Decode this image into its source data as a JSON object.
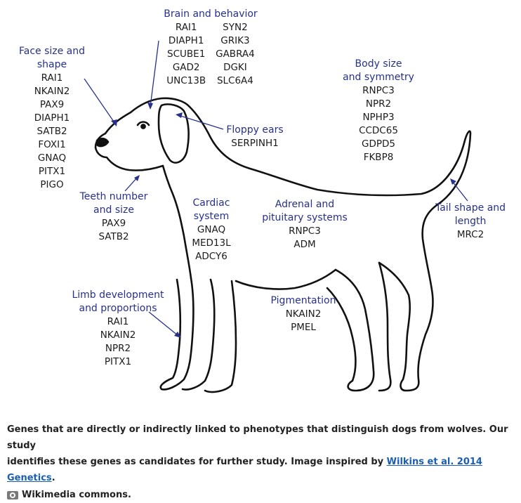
{
  "labels": {
    "brain": {
      "title": "Brain and behavior",
      "col1": [
        "RAI1",
        "DIAPH1",
        "SCUBE1",
        "GAD2",
        "UNC13B"
      ],
      "col2": [
        "SYN2",
        "GRIK3",
        "GABRA4",
        "DGKI",
        "SLC6A4"
      ]
    },
    "face": {
      "title1": "Face size and",
      "title2": "shape",
      "genes": [
        "RAI1",
        "NKAIN2",
        "PAX9",
        "DIAPH1",
        "SATB2",
        "FOXI1",
        "GNAQ",
        "PITX1",
        "PIGO"
      ]
    },
    "body": {
      "title1": "Body size",
      "title2": "and symmetry",
      "genes": [
        "RNPC3",
        "NPR2",
        "NPHP3",
        "CCDC65",
        "GDPD5",
        "FKBP8"
      ]
    },
    "ears": {
      "title": "Floppy ears",
      "genes": [
        "SERPINH1"
      ]
    },
    "teeth": {
      "title1": "Teeth number",
      "title2": "and size",
      "genes": [
        "PAX9",
        "SATB2"
      ]
    },
    "cardiac": {
      "title1": "Cardiac",
      "title2": "system",
      "genes": [
        "GNAQ",
        "MED13L",
        "ADCY6"
      ]
    },
    "adrenal": {
      "title1": "Adrenal and",
      "title2": "pituitary systems",
      "genes": [
        "RNPC3",
        "ADM"
      ]
    },
    "tail": {
      "title1": "Tail shape and",
      "title2": "length",
      "genes": [
        "MRC2"
      ]
    },
    "limb": {
      "title1": "Limb development",
      "title2": "and proportions",
      "genes": [
        "RAI1",
        "NKAIN2",
        "NPR2",
        "PITX1"
      ]
    },
    "pigment": {
      "title": "Pigmentation",
      "genes": [
        "NKAIN2",
        "PMEL"
      ]
    }
  },
  "caption": {
    "line1": "Genes that are directly or indirectly linked to phenotypes that distinguish dogs from wolves. Our study",
    "line2_before": "identifies these genes as candidates for further study. Image inspired by ",
    "link": "Wilkins et al. 2014 Genetics",
    "line2_after": ".",
    "credit": "Wikimedia commons."
  },
  "colors": {
    "title_blue": "#27318b",
    "arrow_blue": "#27318b",
    "link_blue": "#1a5fb4",
    "outline": "#111111"
  },
  "icons": {
    "credit": "camera-icon"
  }
}
